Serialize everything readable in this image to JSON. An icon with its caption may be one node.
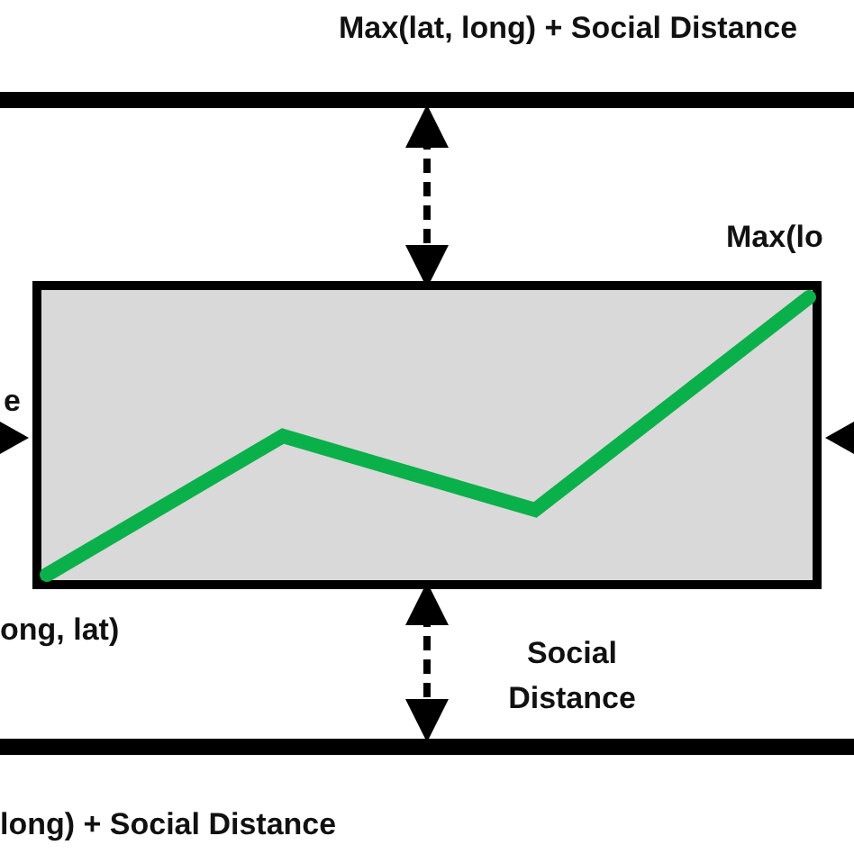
{
  "diagram": {
    "nodes": [
      {
        "text": [],
        "shape": "box"
      }
    ],
    "labels": [
      "Max(lat, long) + Social Distance",
      "Max(lo",
      "e",
      "ong, lat)",
      "Social Distance",
      "long) + Social Distance"
    ]
  }
}
